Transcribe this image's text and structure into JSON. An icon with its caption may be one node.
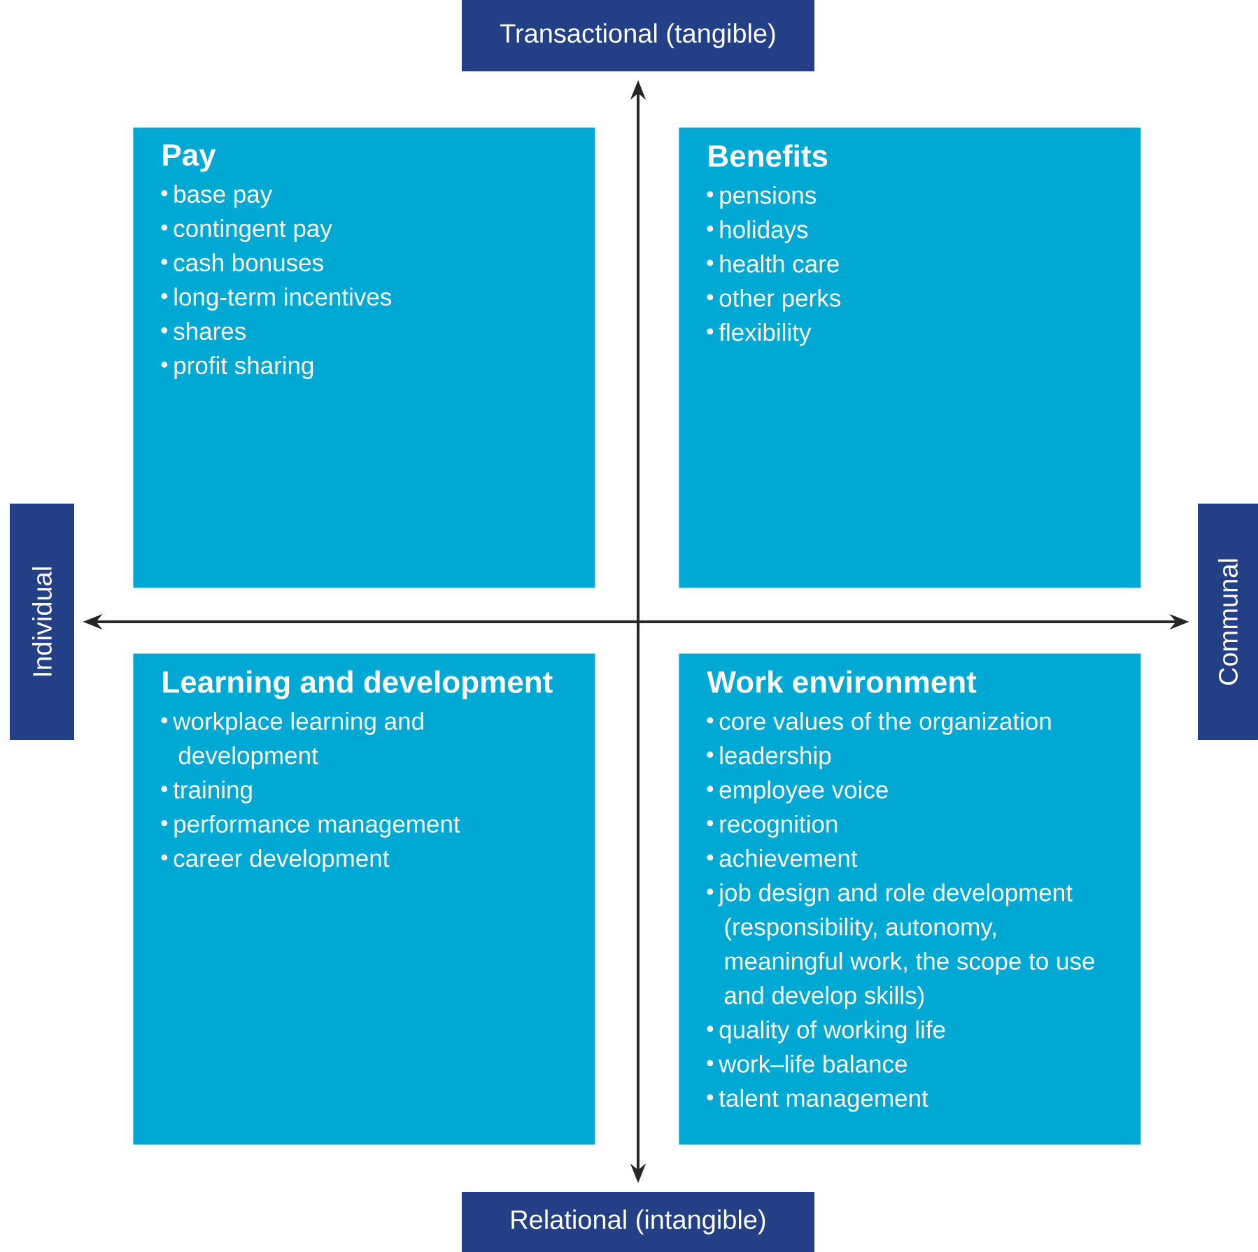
{
  "diagram": {
    "nodes": [
      {
        "text": [
          "Transactional (tangible)"
        ]
      },
      {
        "text": [
          "Pay",
          "base pay",
          "contingent pay",
          "cash bonuses",
          "long-term incentives",
          "shares",
          "profit sharing"
        ]
      },
      {
        "text": [
          "Benefits",
          "pensions",
          "holidays",
          "health care",
          "other perks",
          "flexibility"
        ]
      },
      {
        "text": [
          "Individual"
        ]
      },
      {
        "text": [
          "Communal"
        ]
      },
      {
        "text": [
          "Learning and development",
          "workplace learning and development",
          "training",
          "performance management",
          "career development"
        ]
      },
      {
        "text": [
          "Work environment",
          "core values of the organization",
          "leadership",
          "employee voice",
          "recognition",
          "achievement",
          "job design and role development (responsibility, autonomy, meaningful work, the scope to use and develop skills)",
          "quality of working life",
          "work–life balance",
          "talent management"
        ]
      },
      {
        "text": [
          "Relational (intangible)"
        ]
      }
    ],
    "edges": [
      {
        "from": 0,
        "to": 7,
        "arrow": "both"
      },
      {
        "from": 3,
        "to": 4,
        "arrow": "both"
      }
    ]
  }
}
